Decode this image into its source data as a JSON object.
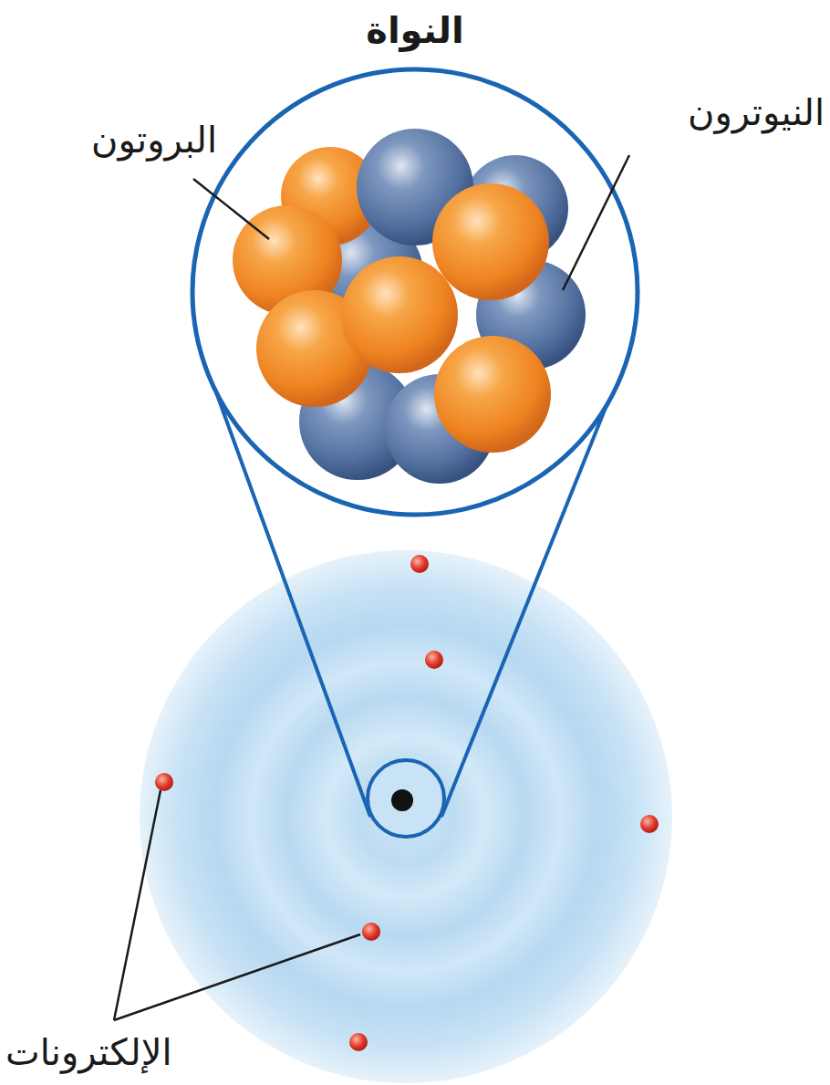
{
  "diagram": {
    "title": "النواة",
    "labels": [
      "البروتون",
      "النيوترون",
      "الإلكترونات"
    ]
  }
}
